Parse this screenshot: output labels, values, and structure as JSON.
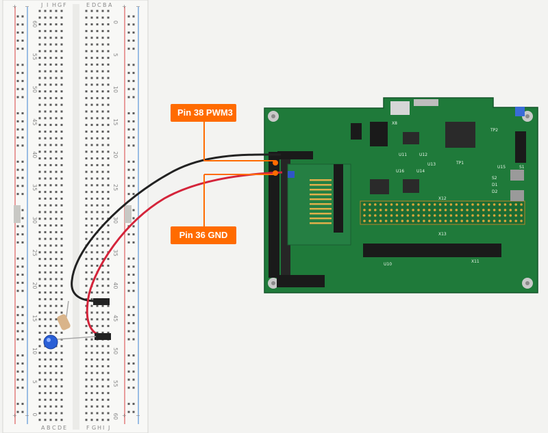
{
  "annotations": {
    "pin38_label": "Pin 38 PWM3",
    "pin36_label": "Pin 36 GND"
  },
  "breadboard": {
    "row_numbers_left": [
      "60",
      "55",
      "50",
      "45",
      "40",
      "35",
      "30",
      "25",
      "20",
      "15",
      "10",
      "5",
      "0"
    ],
    "row_numbers_right": [
      "0",
      "5",
      "10",
      "15",
      "20",
      "25",
      "30",
      "35",
      "40",
      "45",
      "50",
      "55",
      "60"
    ],
    "column_letters_top": [
      "J",
      "I",
      "H",
      "G",
      "F",
      "E",
      "D",
      "C",
      "B",
      "A"
    ],
    "column_letters_bottom": [
      "A",
      "B",
      "C",
      "D",
      "E",
      "F",
      "G",
      "H",
      "I",
      "J"
    ],
    "rail_plus": "+",
    "rail_minus": "−"
  },
  "board": {
    "silkscreen": [
      "X13",
      "X11",
      "X12",
      "U10",
      "U11",
      "U12",
      "U13",
      "U14",
      "U15",
      "U16",
      "X8",
      "TP1",
      "TP2",
      "S1",
      "S2",
      "D1",
      "D2"
    ]
  },
  "colors": {
    "callout_orange": "#ff6b00",
    "pcb_green": "#1f7a3a",
    "wire_red": "#d4243a",
    "wire_black": "#222222",
    "led_blue": "#2a5fd6"
  }
}
